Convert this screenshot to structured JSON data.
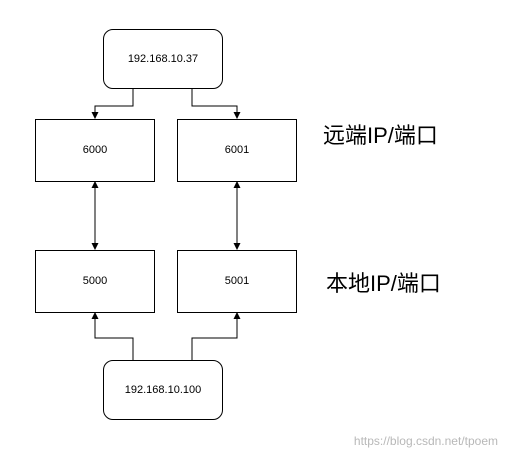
{
  "nodes": {
    "remote_ip": "192.168.10.37",
    "remote_port_1": "6000",
    "remote_port_2": "6001",
    "local_port_1": "5000",
    "local_port_2": "5001",
    "local_ip": "192.168.10.100"
  },
  "labels": {
    "remote": "远端IP/端口",
    "local": "本地IP/端口"
  },
  "watermark": "https://blog.csdn.net/tpoem",
  "colors": {
    "line": "#000000",
    "watermark": "#b8b8b8"
  }
}
